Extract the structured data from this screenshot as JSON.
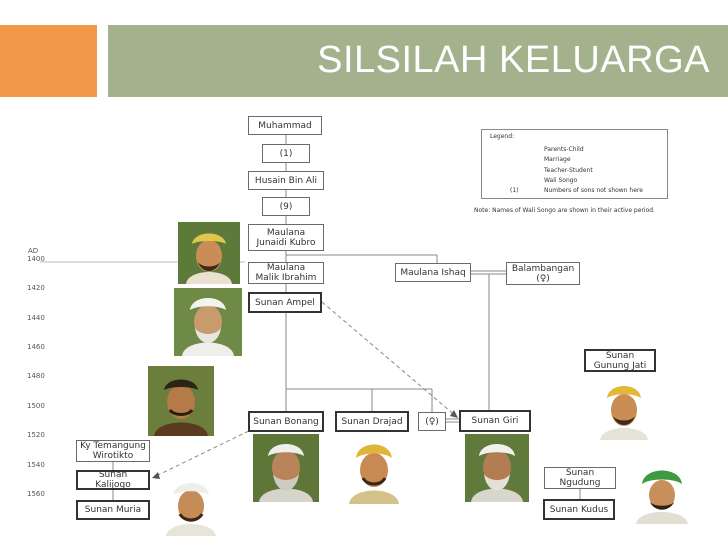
{
  "title": "SILSILAH KELUARGA",
  "timeline": {
    "unit": "AD",
    "years": [
      "1400",
      "1420",
      "1440",
      "1460",
      "1480",
      "1500",
      "1520",
      "1540",
      "1560"
    ]
  },
  "nodes": {
    "muhammad": "Muhammad",
    "n1": "(1)",
    "husain": "Husain Bin Ali",
    "n9": "(9)",
    "junaidi": "Maulana\nJunaidi Kubro",
    "malik": "Maulana\nMalik Ibrahim",
    "ishaq": "Maulana Ishaq",
    "balambangan": "Balambangan\n(♀)",
    "ampel": "Sunan Ampel",
    "gunung_jati": "Sunan\nGunung Jati",
    "bonang": "Sunan Bonang",
    "drajad": "Sunan Drajad",
    "female": "(♀)",
    "giri": "Sunan Giri",
    "wirotikto": "Ky Temangung\nWirotikto",
    "kalijogo": "Sunan Kalijogo",
    "ngudung": "Sunan\nNgudung",
    "muria": "Sunan Muria",
    "kudus": "Sunan Kudus"
  },
  "legend": {
    "title": "Legend:",
    "parents_child": "Parents-Child",
    "marriage": "Marriage",
    "teacher_student": "Teacher-Student",
    "wali_songo": "Wali Songo",
    "number_marker": "(1)",
    "numbers": "Numbers of sons not shown here"
  },
  "note": "Note: Names of Wali Songo are shown in their active period.",
  "colors": {
    "accent": "#f09a49",
    "title_bar": "#a3b18d",
    "line": "#888888"
  }
}
